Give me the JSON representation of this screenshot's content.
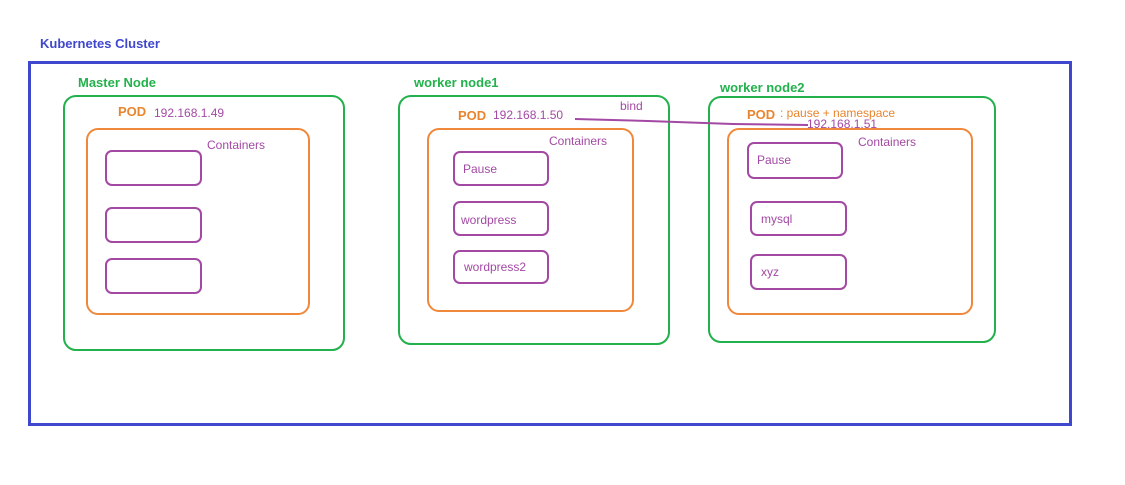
{
  "cluster": {
    "title": "Kubernetes Cluster"
  },
  "nodes": [
    {
      "title": "Master Node",
      "pod": {
        "label": "POD",
        "ip": "192.168.1.49",
        "note": ""
      },
      "containers_label": "Containers",
      "containers": [
        "",
        "",
        ""
      ]
    },
    {
      "title": "worker node1",
      "pod": {
        "label": "POD",
        "ip": "192.168.1.50",
        "note": ""
      },
      "containers_label": "Containers",
      "containers": [
        "Pause",
        "wordpress",
        "wordpress2"
      ]
    },
    {
      "title": "worker node2",
      "pod": {
        "label": "POD",
        "ip": "192.168.1.51",
        "note": ": pause + namespace"
      },
      "containers_label": "Containers",
      "containers": [
        "Pause",
        "mysql",
        "xyz"
      ]
    }
  ],
  "connector": {
    "label": "bind"
  },
  "colors": {
    "cluster": "#3f48cc",
    "node": "#22b14c",
    "pod": "#f0883c",
    "container": "#a349a4"
  }
}
